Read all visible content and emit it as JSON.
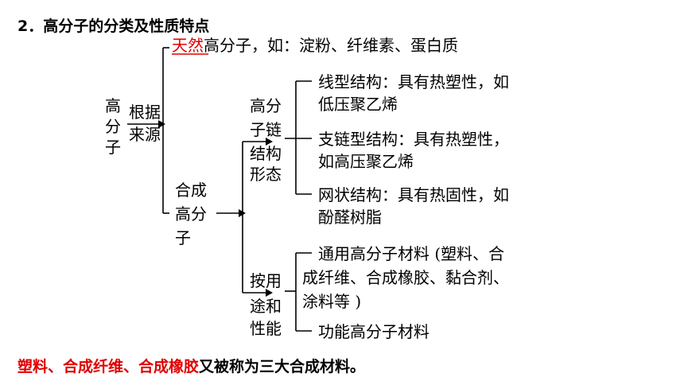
{
  "title": "2．高分子的分类及性质特点",
  "root": {
    "l1": "高",
    "l2": "分",
    "l3": "子"
  },
  "criterion": {
    "l1": "根据",
    "l2": "来源"
  },
  "natural": {
    "word": "天然",
    "rest": "高分子，如：淀粉、纤维素、蛋白质"
  },
  "synthetic": {
    "l1": "合成",
    "l2": "高分",
    "l3": "子"
  },
  "structure_group": {
    "l1": "高分",
    "l2": "子链",
    "l3": "结构",
    "l4": "形态"
  },
  "structure_items": [
    {
      "l1": "线型结构：具有热塑性，如",
      "l2": "低压聚乙烯"
    },
    {
      "l1": "支链型结构：具有热塑性，",
      "l2": "如高压聚乙烯"
    },
    {
      "l1": "网状结构：具有热固性，如",
      "l2": "酚醛树脂"
    }
  ],
  "use_group": {
    "l1": "按用",
    "l2": "途和",
    "l3": "性能"
  },
  "use_items": [
    {
      "l1": "通用高分子材料 (塑料、合",
      "l2": "成纤维、合成橡胶、黏合剂、",
      "l3": "涂料等 )"
    },
    {
      "l1": "功能高分子材料"
    }
  ],
  "footer": {
    "red": "塑料、合成纤维、合成橡胶",
    "black": "又被称为三大合成材料。"
  },
  "colors": {
    "accent": "#e00000",
    "text": "#000000"
  }
}
